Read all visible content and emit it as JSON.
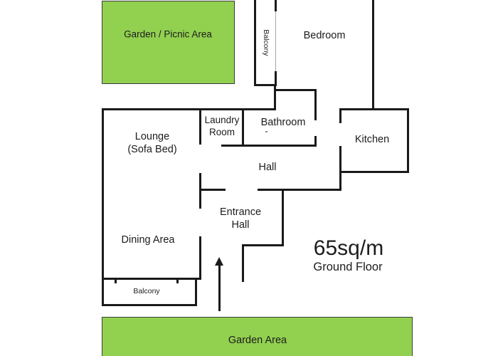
{
  "diagram": {
    "type": "floor-plan",
    "annotation": {
      "area_size": "65sq/m",
      "floor_name": "Ground Floor"
    },
    "rooms": {
      "garden_picnic": "Garden / Picnic Area",
      "balcony_top": "Balcony",
      "bedroom": "Bedroom",
      "laundry_line1": "Laundry",
      "laundry_line2": "Room",
      "bathroom": "Bathroom",
      "kitchen": "Kitchen",
      "lounge_line1": "Lounge",
      "lounge_line2": "(Sofa Bed)",
      "hall": "Hall",
      "entrance_line1": "Entrance",
      "entrance_line2": "Hall",
      "dining": "Dining Area",
      "balcony_bottom": "Balcony",
      "garden_bottom": "Garden Area"
    },
    "colors": {
      "garden_fill": "#92d050",
      "garden_border": "#3c3c3c",
      "wall": "#1a1a1a",
      "text": "#1c1c1c"
    }
  }
}
